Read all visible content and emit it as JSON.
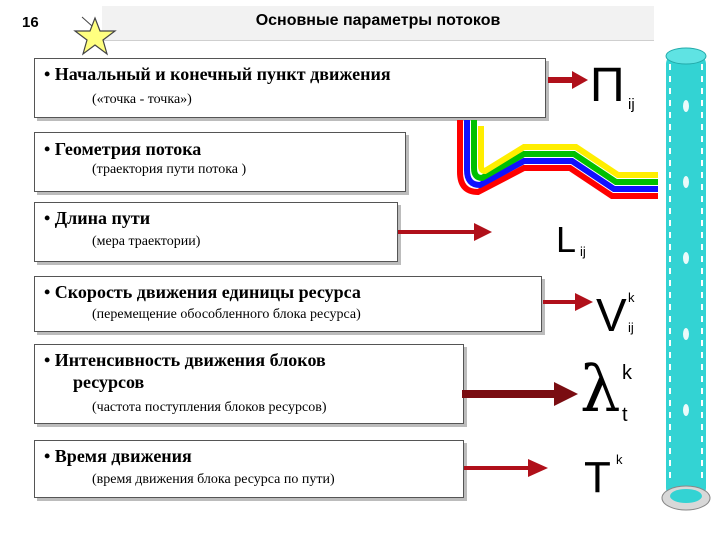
{
  "slide": {
    "number": "16",
    "title": "Основные параметры потоков"
  },
  "items": [
    {
      "bullet": "• Начальный и конечный пункт движения",
      "sub": "(«точка - точка»)"
    },
    {
      "bullet": "• Геометрия потока",
      "sub": "(траектория  пути потока )"
    },
    {
      "bullet": "• Длина пути",
      "sub": "(мера траектории)"
    },
    {
      "bullet": "• Скорость движения единицы ресурса",
      "sub": "(перемещение обособленного блока ресурса)"
    },
    {
      "bullet_line1": "• Интенсивность движения блоков",
      "bullet_line2": "ресурсов",
      "sub": "(частота поступления блоков ресурсов)"
    },
    {
      "bullet": "• Время движения",
      "sub": "(время движения блока ресурса по пути)"
    }
  ],
  "symbols": {
    "pi_main": "П",
    "pi_sub": "ij",
    "l_main": "L",
    "l_sub": "ij",
    "v_main": "V",
    "v_sup": "k",
    "v_sub": "ij",
    "lambda_main": "λ",
    "lambda_sup": "k",
    "lambda_sub": "t",
    "t_main": "T",
    "t_sup": "k"
  },
  "colors": {
    "arrow": "#b0101a",
    "arrow_dark": "#7a0d12",
    "tube": "#33d3d3",
    "flow": [
      "#ff0000",
      "#1010ff",
      "#00c000",
      "#ffee00"
    ]
  },
  "icons": {
    "star": "star-icon",
    "tube": "cylinder-tube-icon",
    "flow": "flow-geometry-icon"
  }
}
